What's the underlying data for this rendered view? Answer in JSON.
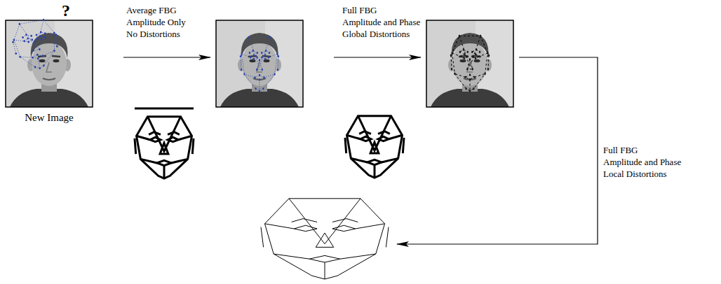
{
  "diagram": {
    "nodes": [
      {
        "text": [
          "?",
          "New Image"
        ]
      }
    ],
    "labels": [
      "Average FBG Amplitude Only No Distortions",
      "Full FBG Amplitude and Phase Global Distortions",
      "Full FBG Amplitude and Phase Local Distortions"
    ]
  }
}
